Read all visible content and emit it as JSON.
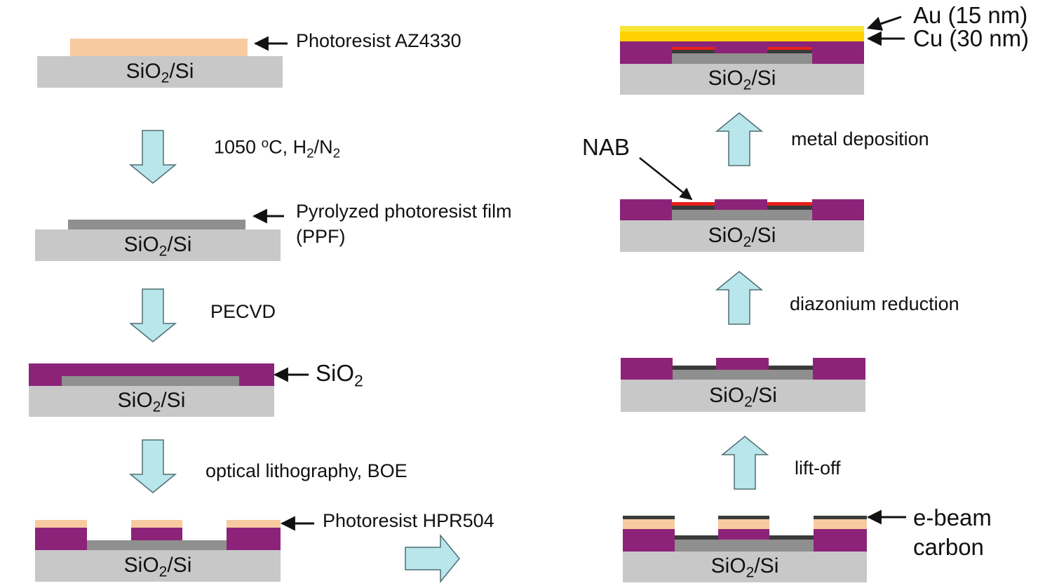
{
  "colors": {
    "substrate": "#c8c8c8",
    "photoresist": "#f8caa0",
    "ppf": "#8f8f8f",
    "sio2": "#8c2379",
    "carbon": "#3a3a3a",
    "nab": "#e8201c",
    "cu": "#ffd200",
    "au": "#f6e43a",
    "arrow_fill": "#b8e6ea",
    "arrow_stroke": "#4f6e72"
  },
  "substrate": {
    "base": "SiO",
    "sub": "2",
    "rest": "/Si"
  },
  "steps": {
    "s1_label": "Photoresist AZ4330",
    "a1_pre": "1050 ",
    "a1_sup": "o",
    "a1_mid": "C, H",
    "a1_sub1": "2",
    "a1_slash": "/N",
    "a1_sub2": "2",
    "s2_label_line1": "Pyrolyzed photoresist film",
    "s2_label_line2": "(PPF)",
    "a2_label": "PECVD",
    "s3_label_base": "SiO",
    "s3_label_sub": "2",
    "a3_label": "optical lithography, BOE",
    "s4_label": "Photoresist HPR504",
    "s5_label_line1": "e-beam",
    "s5_label_line2": "carbon",
    "a5_label": "lift-off",
    "a6_label": "diazonium reduction",
    "s7_label": "NAB",
    "a7_label": "metal deposition",
    "s8_label_au": "Au (15 nm)",
    "s8_label_cu": "Cu (30 nm)"
  }
}
